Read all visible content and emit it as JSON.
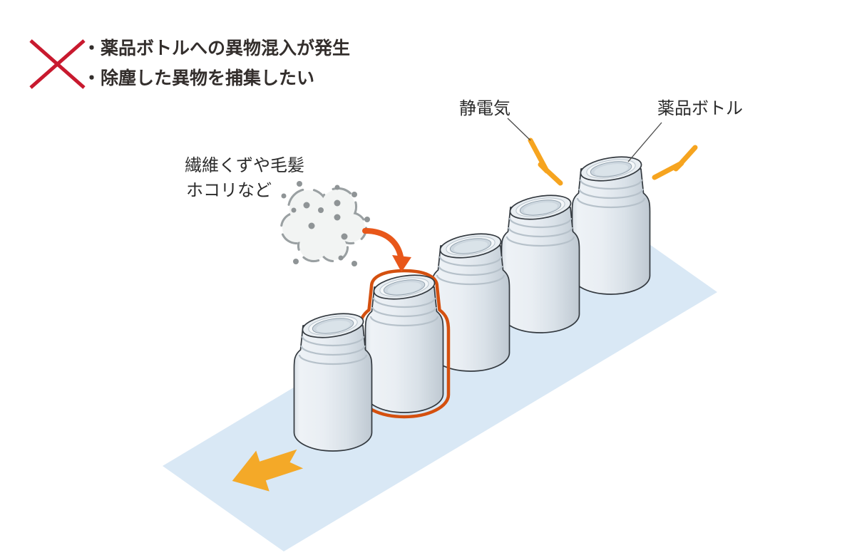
{
  "note": {
    "lines": [
      "・薬品ボトルへの異物混入が発生",
      "・除塵した異物を捕集したい"
    ]
  },
  "callouts": {
    "static_electricity": "静電気",
    "bottle": "薬品ボトル",
    "debris_line1": "繊維くずや毛髪",
    "debris_line2": "ホコリなど"
  },
  "scene": {
    "bottle_count": 5,
    "highlighted_bottle_index": 2,
    "belt_direction": "down-left"
  },
  "colors": {
    "ng_mark": "#C8192E",
    "note_text": "#332E2C",
    "label_text": "#2A2A2A",
    "pointer_line": "#4A4A4A",
    "belt": "#D9E8F5",
    "direction_arrow": "#F4A928",
    "lightning": "#F6A41F",
    "contamination_arrow": "#E8571A",
    "highlight_outline": "#D4500F",
    "bottle_outline": "#33393F",
    "cloud_fill": "#F2F4F3",
    "cloud_outline": "#9AA0A2",
    "dust_dot": "#8F9496"
  }
}
